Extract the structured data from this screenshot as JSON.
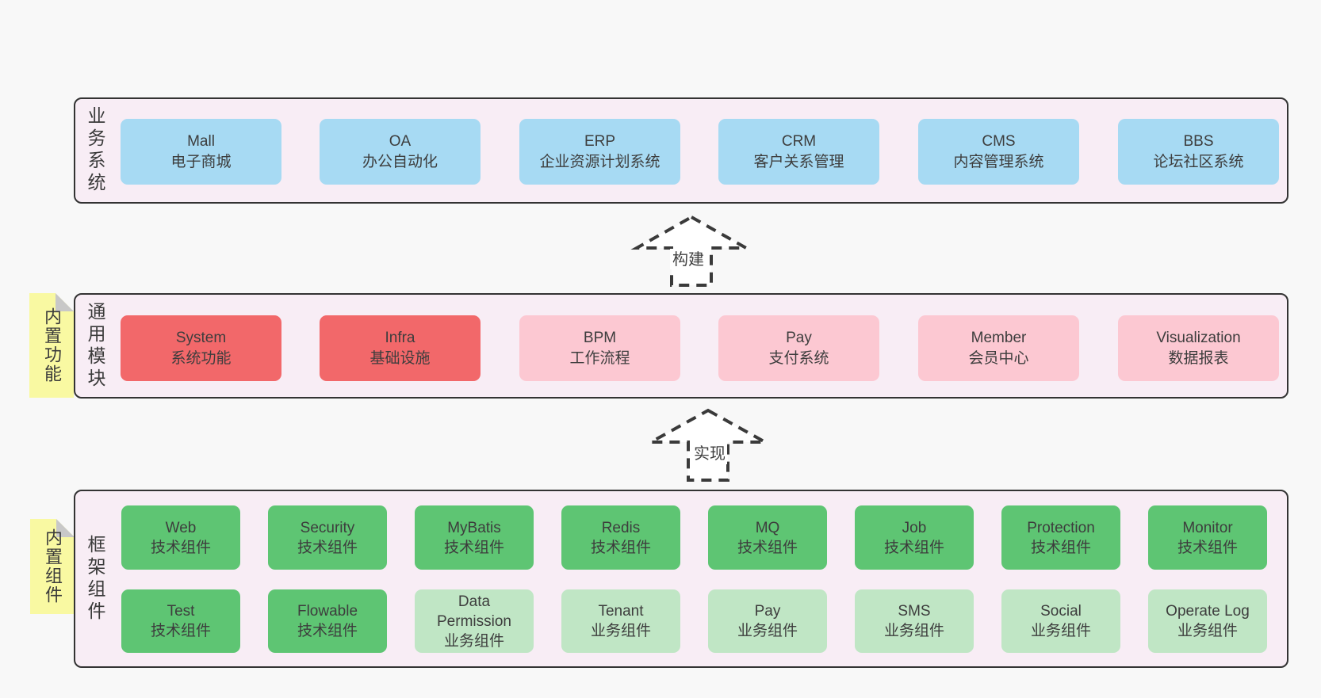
{
  "page": {
    "background": "#f8f8f8"
  },
  "colors": {
    "container_bg": "#f8edf5",
    "container_border": "#333333",
    "box_blue": "#a7daf3",
    "box_red": "#f2686a",
    "box_pink": "#fcc8d2",
    "box_green_dark": "#5ec573",
    "box_green_light": "#c0e6c5",
    "note_yellow": "#f9f9a2",
    "note_fold_gray": "#c8c8c8",
    "text": "#3d3d3d"
  },
  "layers": {
    "business": {
      "label": "业务系统",
      "boxes": [
        {
          "name": "Mall",
          "desc": "电子商城"
        },
        {
          "name": "OA",
          "desc": "办公自动化"
        },
        {
          "name": "ERP",
          "desc": "企业资源计划系统"
        },
        {
          "name": "CRM",
          "desc": "客户关系管理"
        },
        {
          "name": "CMS",
          "desc": "内容管理系统"
        },
        {
          "name": "BBS",
          "desc": "论坛社区系统"
        }
      ]
    },
    "modules": {
      "label": "通用模块",
      "note": "内置功能",
      "boxes": [
        {
          "name": "System",
          "desc": "系统功能",
          "variant": "red"
        },
        {
          "name": "Infra",
          "desc": "基础设施",
          "variant": "red"
        },
        {
          "name": "BPM",
          "desc": "工作流程",
          "variant": "pink"
        },
        {
          "name": "Pay",
          "desc": "支付系统",
          "variant": "pink"
        },
        {
          "name": "Member",
          "desc": "会员中心",
          "variant": "pink"
        },
        {
          "name": "Visualization",
          "desc": "数据报表",
          "variant": "pink"
        }
      ]
    },
    "components": {
      "label": "框架组件",
      "note": "内置组件",
      "row1": [
        {
          "name": "Web",
          "desc": "技术组件",
          "variant": "dark"
        },
        {
          "name": "Security",
          "desc": "技术组件",
          "variant": "dark"
        },
        {
          "name": "MyBatis",
          "desc": "技术组件",
          "variant": "dark"
        },
        {
          "name": "Redis",
          "desc": "技术组件",
          "variant": "dark"
        },
        {
          "name": "MQ",
          "desc": "技术组件",
          "variant": "dark"
        },
        {
          "name": "Job",
          "desc": "技术组件",
          "variant": "dark"
        },
        {
          "name": "Protection",
          "desc": "技术组件",
          "variant": "dark"
        },
        {
          "name": "Monitor",
          "desc": "技术组件",
          "variant": "dark"
        }
      ],
      "row2": [
        {
          "name": "Test",
          "desc": "技术组件",
          "variant": "dark"
        },
        {
          "name": "Flowable",
          "desc": "技术组件",
          "variant": "dark"
        },
        {
          "name": "Data Permission",
          "desc": "业务组件",
          "variant": "light"
        },
        {
          "name": "Tenant",
          "desc": "业务组件",
          "variant": "light"
        },
        {
          "name": "Pay",
          "desc": "业务组件",
          "variant": "light"
        },
        {
          "name": "SMS",
          "desc": "业务组件",
          "variant": "light"
        },
        {
          "name": "Social",
          "desc": "业务组件",
          "variant": "light"
        },
        {
          "name": "Operate Log",
          "desc": "业务组件",
          "variant": "light"
        }
      ]
    }
  },
  "arrows": {
    "build": {
      "label": "构建"
    },
    "implement": {
      "label": "实现"
    }
  }
}
